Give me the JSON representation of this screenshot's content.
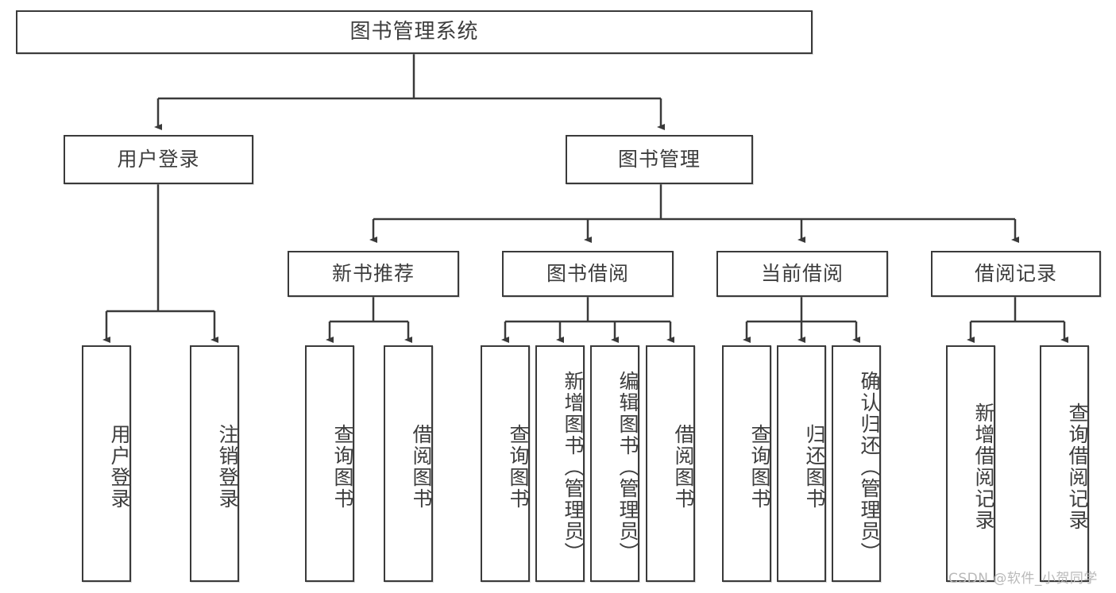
{
  "diagram": {
    "title": "图书管理系统",
    "type": "hierarchy-tree",
    "colors": {
      "border": "#3a3a3a",
      "text": "#3d3d3d",
      "background": "#ffffff",
      "watermark": "#b9b9b9"
    },
    "root": {
      "label": "图书管理系统"
    },
    "level1": [
      {
        "label": "用户登录"
      },
      {
        "label": "图书管理"
      }
    ],
    "level2": [
      {
        "label": "新书推荐"
      },
      {
        "label": "图书借阅"
      },
      {
        "label": "当前借阅"
      },
      {
        "label": "借阅记录"
      }
    ],
    "leaves": {
      "user_login": [
        {
          "label": "用户登录"
        },
        {
          "label": "注销登录"
        }
      ],
      "new_book_recommend": [
        {
          "label": "查询图书"
        },
        {
          "label": "借阅图书"
        }
      ],
      "book_borrow": [
        {
          "label": "查询图书"
        },
        {
          "label": "新增图书（管理员）"
        },
        {
          "label": "编辑图书（管理员）"
        },
        {
          "label": "借阅图书"
        }
      ],
      "current_borrow": [
        {
          "label": "查询图书"
        },
        {
          "label": "归还图书"
        },
        {
          "label": "确认归还（管理员）"
        }
      ],
      "borrow_record": [
        {
          "label": "新增借阅记录"
        },
        {
          "label": "查询借阅记录"
        }
      ]
    },
    "watermark": "CSDN @软件_小贺同学"
  }
}
